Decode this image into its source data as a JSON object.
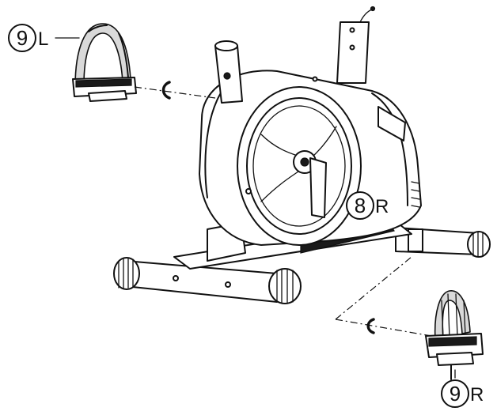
{
  "callouts": {
    "pedal_left": {
      "number": "9",
      "suffix": "L"
    },
    "crank_right": {
      "number": "8",
      "suffix": "R"
    },
    "pedal_right": {
      "number": "9",
      "suffix": "R"
    }
  },
  "colors": {
    "ink": "#111111",
    "paper": "#ffffff",
    "shade": "#d9d9d9"
  }
}
